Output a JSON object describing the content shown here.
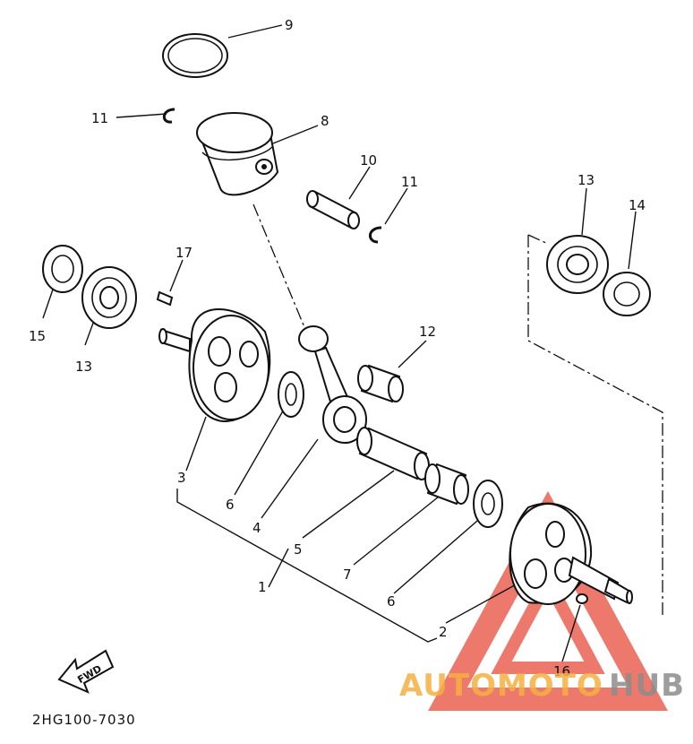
{
  "diagram": {
    "title": "",
    "code": "2HG100-7030",
    "fwd_label": "FWD",
    "callouts": [
      {
        "id": "c9",
        "text": "9"
      },
      {
        "id": "c11a",
        "text": "11"
      },
      {
        "id": "c8",
        "text": "8"
      },
      {
        "id": "c10",
        "text": "10"
      },
      {
        "id": "c11b",
        "text": "11"
      },
      {
        "id": "c13a",
        "text": "13"
      },
      {
        "id": "c14",
        "text": "14"
      },
      {
        "id": "c17",
        "text": "17"
      },
      {
        "id": "c15",
        "text": "15"
      },
      {
        "id": "c13b",
        "text": "13"
      },
      {
        "id": "c12",
        "text": "12"
      },
      {
        "id": "c3",
        "text": "3"
      },
      {
        "id": "c6a",
        "text": "6"
      },
      {
        "id": "c4",
        "text": "4"
      },
      {
        "id": "c5",
        "text": "5"
      },
      {
        "id": "c1",
        "text": "1"
      },
      {
        "id": "c7",
        "text": "7"
      },
      {
        "id": "c6b",
        "text": "6"
      },
      {
        "id": "c2",
        "text": "2"
      },
      {
        "id": "c16",
        "text": "16"
      }
    ]
  },
  "watermark": {
    "word_left": "AUTOMOTO",
    "word_right": "HUB",
    "color_orange": "#f5b041",
    "color_red": "#e74c3c",
    "color_gray": "#8c8c8c"
  }
}
